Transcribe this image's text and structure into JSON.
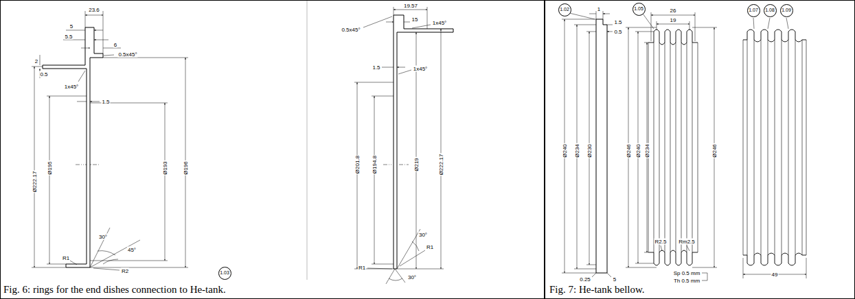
{
  "diagram": {
    "nodes": [
      {
        "text": [
          "Fig. 6: rings for the end dishes connection to He-tank."
        ]
      },
      {
        "text": [
          "1.03"
        ],
        "in": 0
      },
      {
        "text": [
          "Fig. 7: He-tank bellow."
        ]
      },
      {
        "text": [
          "1.02"
        ],
        "in": 2
      },
      {
        "text": [
          "1.05"
        ],
        "in": 2
      },
      {
        "text": [
          "1.07"
        ],
        "in": 2
      },
      {
        "text": [
          "1.08"
        ],
        "in": 2
      },
      {
        "text": [
          "1.09"
        ],
        "in": 2
      }
    ],
    "labels": [
      "23.6",
      "5",
      "5.5",
      "6",
      "0.5x45°",
      "2",
      "0.5",
      "1x45°",
      "1.5",
      "Ø222.17",
      "Ø195",
      "Ø193",
      "Ø196",
      "30°",
      "45°",
      "R1",
      "R2",
      "19.57",
      "15",
      "0.5x45°",
      "1x45°",
      "1.5",
      "1x45°",
      "Ø201.8",
      "Ø194.8",
      "Ø219",
      "Ø222.17",
      "30°",
      "R1",
      "R1",
      "30°",
      "1",
      "1.5",
      "0.5",
      "Ø240",
      "Ø234",
      "Ø230",
      "0.25",
      "5",
      "26",
      "19",
      "Ø246",
      "Ø240",
      "Ø234",
      "Ø246",
      "R2.5",
      "Rm2.5",
      "Sp 0.5 mm",
      "Th 0.5 mm",
      "49"
    ]
  }
}
